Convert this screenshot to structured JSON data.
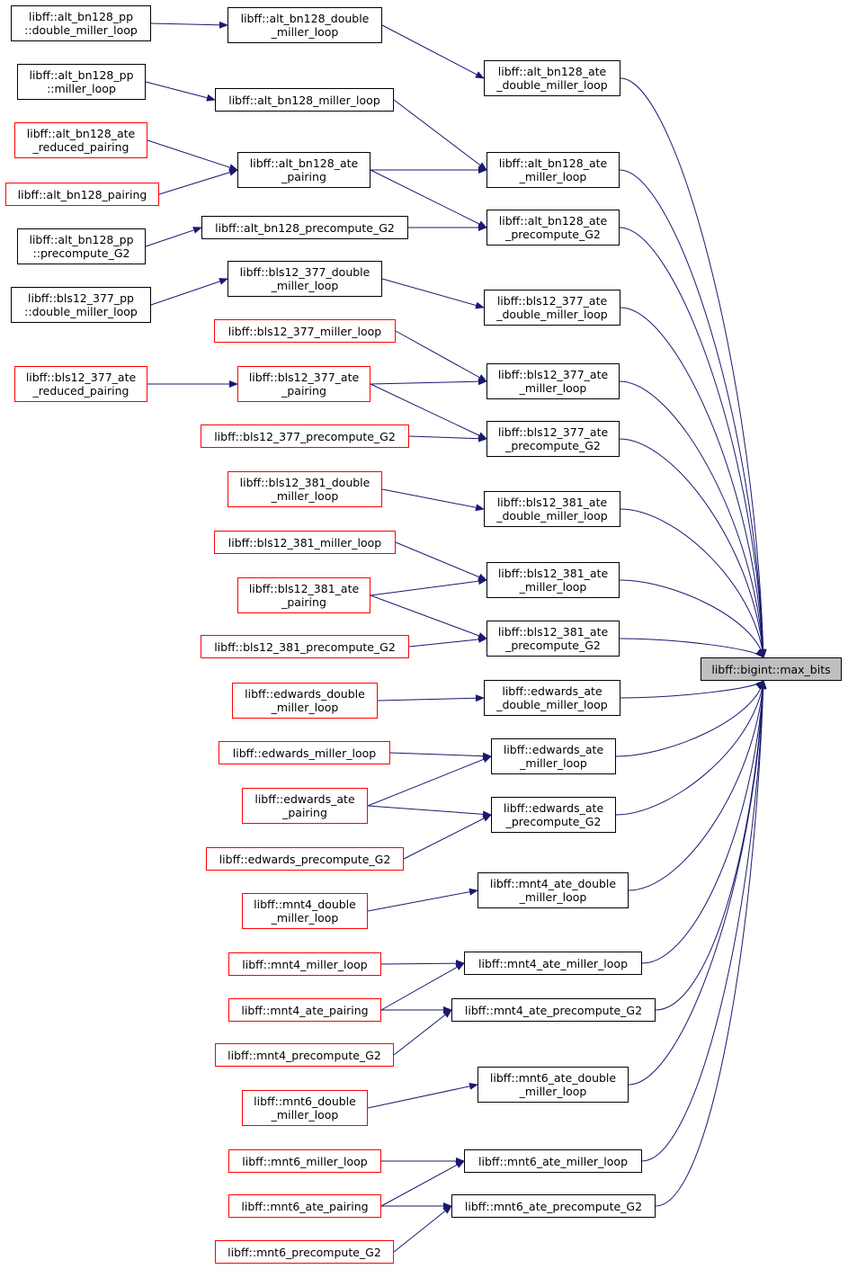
{
  "colors": {
    "edge": "#191970",
    "node_border_documented": "#000000",
    "node_border_undocumented": "#ff0000",
    "target_fill": "#bfbfbf"
  },
  "nodes": [
    {
      "id": "pp_dml",
      "label": "libff::alt_bn128_pp\n::double_miller_loop",
      "style": "black"
    },
    {
      "id": "bn_dml",
      "label": "libff::alt_bn128_double\n_miller_loop",
      "style": "black"
    },
    {
      "id": "bn_ate_dml",
      "label": "libff::alt_bn128_ate\n_double_miller_loop",
      "style": "black"
    },
    {
      "id": "pp_ml",
      "label": "libff::alt_bn128_pp\n::miller_loop",
      "style": "black"
    },
    {
      "id": "bn_ml",
      "label": "libff::alt_bn128_miller_loop",
      "style": "black"
    },
    {
      "id": "bn_ate_rp",
      "label": "libff::alt_bn128_ate\n_reduced_pairing",
      "style": "red"
    },
    {
      "id": "bn_ate_p",
      "label": "libff::alt_bn128_ate\n_pairing",
      "style": "black"
    },
    {
      "id": "bn_ate_ml",
      "label": "libff::alt_bn128_ate\n_miller_loop",
      "style": "black"
    },
    {
      "id": "bn_p",
      "label": "libff::alt_bn128_pairing",
      "style": "red"
    },
    {
      "id": "bn_pcg2",
      "label": "libff::alt_bn128_precompute_G2",
      "style": "black"
    },
    {
      "id": "bn_ate_pcg2",
      "label": "libff::alt_bn128_ate\n_precompute_G2",
      "style": "black"
    },
    {
      "id": "pp_pcg2",
      "label": "libff::alt_bn128_pp\n::precompute_G2",
      "style": "black"
    },
    {
      "id": "b377_dml",
      "label": "libff::bls12_377_double\n_miller_loop",
      "style": "black"
    },
    {
      "id": "b377pp_dml",
      "label": "libff::bls12_377_pp\n::double_miller_loop",
      "style": "black"
    },
    {
      "id": "b377_ate_dml",
      "label": "libff::bls12_377_ate\n_double_miller_loop",
      "style": "black"
    },
    {
      "id": "b377_ml",
      "label": "libff::bls12_377_miller_loop",
      "style": "red"
    },
    {
      "id": "b377_ate_rp",
      "label": "libff::bls12_377_ate\n_reduced_pairing",
      "style": "red"
    },
    {
      "id": "b377_ate_p",
      "label": "libff::bls12_377_ate\n_pairing",
      "style": "red"
    },
    {
      "id": "b377_ate_ml",
      "label": "libff::bls12_377_ate\n_miller_loop",
      "style": "black"
    },
    {
      "id": "b377_pcg2",
      "label": "libff::bls12_377_precompute_G2",
      "style": "red"
    },
    {
      "id": "b377_ate_pcg2",
      "label": "libff::bls12_377_ate\n_precompute_G2",
      "style": "black"
    },
    {
      "id": "b381_dml",
      "label": "libff::bls12_381_double\n_miller_loop",
      "style": "red"
    },
    {
      "id": "b381_ate_dml",
      "label": "libff::bls12_381_ate\n_double_miller_loop",
      "style": "black"
    },
    {
      "id": "b381_ml",
      "label": "libff::bls12_381_miller_loop",
      "style": "red"
    },
    {
      "id": "b381_ate_ml",
      "label": "libff::bls12_381_ate\n_miller_loop",
      "style": "black"
    },
    {
      "id": "b381_ate_p",
      "label": "libff::bls12_381_ate\n_pairing",
      "style": "red"
    },
    {
      "id": "b381_pcg2",
      "label": "libff::bls12_381_precompute_G2",
      "style": "red"
    },
    {
      "id": "b381_ate_pcg2",
      "label": "libff::bls12_381_ate\n_precompute_G2",
      "style": "black"
    },
    {
      "id": "max_bits",
      "label": "libff::bigint::max_bits",
      "style": "gray"
    },
    {
      "id": "ed_dml",
      "label": "libff::edwards_double\n_miller_loop",
      "style": "red"
    },
    {
      "id": "ed_ate_dml",
      "label": "libff::edwards_ate\n_double_miller_loop",
      "style": "black"
    },
    {
      "id": "ed_ml",
      "label": "libff::edwards_miller_loop",
      "style": "red"
    },
    {
      "id": "ed_ate_ml",
      "label": "libff::edwards_ate\n_miller_loop",
      "style": "black"
    },
    {
      "id": "ed_ate_p",
      "label": "libff::edwards_ate\n_pairing",
      "style": "red"
    },
    {
      "id": "ed_ate_pcg2",
      "label": "libff::edwards_ate\n_precompute_G2",
      "style": "black"
    },
    {
      "id": "ed_pcg2",
      "label": "libff::edwards_precompute_G2",
      "style": "red"
    },
    {
      "id": "m4_ate_dml",
      "label": "libff::mnt4_ate_double\n_miller_loop",
      "style": "black"
    },
    {
      "id": "m4_dml",
      "label": "libff::mnt4_double\n_miller_loop",
      "style": "red"
    },
    {
      "id": "m4_ml",
      "label": "libff::mnt4_miller_loop",
      "style": "red"
    },
    {
      "id": "m4_ate_ml",
      "label": "libff::mnt4_ate_miller_loop",
      "style": "black"
    },
    {
      "id": "m4_ate_p",
      "label": "libff::mnt4_ate_pairing",
      "style": "red"
    },
    {
      "id": "m4_ate_pcg2",
      "label": "libff::mnt4_ate_precompute_G2",
      "style": "black"
    },
    {
      "id": "m4_pcg2",
      "label": "libff::mnt4_precompute_G2",
      "style": "red"
    },
    {
      "id": "m6_ate_dml",
      "label": "libff::mnt6_ate_double\n_miller_loop",
      "style": "black"
    },
    {
      "id": "m6_dml",
      "label": "libff::mnt6_double\n_miller_loop",
      "style": "red"
    },
    {
      "id": "m6_ml",
      "label": "libff::mnt6_miller_loop",
      "style": "red"
    },
    {
      "id": "m6_ate_ml",
      "label": "libff::mnt6_ate_miller_loop",
      "style": "black"
    },
    {
      "id": "m6_ate_p",
      "label": "libff::mnt6_ate_pairing",
      "style": "red"
    },
    {
      "id": "m6_ate_pcg2",
      "label": "libff::mnt6_ate_precompute_G2",
      "style": "black"
    },
    {
      "id": "m6_pcg2",
      "label": "libff::mnt6_precompute_G2",
      "style": "red"
    }
  ],
  "edges": [
    [
      "pp_dml",
      "bn_dml"
    ],
    [
      "bn_dml",
      "bn_ate_dml"
    ],
    [
      "bn_ate_dml",
      "max_bits"
    ],
    [
      "pp_ml",
      "bn_ml"
    ],
    [
      "bn_ml",
      "bn_ate_ml"
    ],
    [
      "bn_ate_rp",
      "bn_ate_p"
    ],
    [
      "bn_ate_p",
      "bn_ate_ml"
    ],
    [
      "bn_ate_p",
      "bn_ate_pcg2"
    ],
    [
      "bn_p",
      "bn_ate_p"
    ],
    [
      "bn_ate_ml",
      "max_bits"
    ],
    [
      "pp_pcg2",
      "bn_pcg2"
    ],
    [
      "bn_pcg2",
      "bn_ate_pcg2"
    ],
    [
      "bn_ate_pcg2",
      "max_bits"
    ],
    [
      "b377pp_dml",
      "b377_dml"
    ],
    [
      "b377_dml",
      "b377_ate_dml"
    ],
    [
      "b377_ate_dml",
      "max_bits"
    ],
    [
      "b377_ml",
      "b377_ate_ml"
    ],
    [
      "b377_ate_rp",
      "b377_ate_p"
    ],
    [
      "b377_ate_p",
      "b377_ate_ml"
    ],
    [
      "b377_ate_p",
      "b377_ate_pcg2"
    ],
    [
      "b377_ate_ml",
      "max_bits"
    ],
    [
      "b377_pcg2",
      "b377_ate_pcg2"
    ],
    [
      "b377_ate_pcg2",
      "max_bits"
    ],
    [
      "b381_dml",
      "b381_ate_dml"
    ],
    [
      "b381_ate_dml",
      "max_bits"
    ],
    [
      "b381_ml",
      "b381_ate_ml"
    ],
    [
      "b381_ate_p",
      "b381_ate_ml"
    ],
    [
      "b381_ate_p",
      "b381_ate_pcg2"
    ],
    [
      "b381_ate_ml",
      "max_bits"
    ],
    [
      "b381_pcg2",
      "b381_ate_pcg2"
    ],
    [
      "b381_ate_pcg2",
      "max_bits"
    ],
    [
      "ed_dml",
      "ed_ate_dml"
    ],
    [
      "ed_ate_dml",
      "max_bits"
    ],
    [
      "ed_ml",
      "ed_ate_ml"
    ],
    [
      "ed_ate_p",
      "ed_ate_ml"
    ],
    [
      "ed_ate_p",
      "ed_ate_pcg2"
    ],
    [
      "ed_pcg2",
      "ed_ate_pcg2"
    ],
    [
      "ed_ate_ml",
      "max_bits"
    ],
    [
      "ed_ate_pcg2",
      "max_bits"
    ],
    [
      "m4_dml",
      "m4_ate_dml"
    ],
    [
      "m4_ate_dml",
      "max_bits"
    ],
    [
      "m4_ml",
      "m4_ate_ml"
    ],
    [
      "m4_ate_p",
      "m4_ate_ml"
    ],
    [
      "m4_ate_p",
      "m4_ate_pcg2"
    ],
    [
      "m4_pcg2",
      "m4_ate_pcg2"
    ],
    [
      "m4_ate_ml",
      "max_bits"
    ],
    [
      "m4_ate_pcg2",
      "max_bits"
    ],
    [
      "m6_dml",
      "m6_ate_dml"
    ],
    [
      "m6_ate_dml",
      "max_bits"
    ],
    [
      "m6_ml",
      "m6_ate_ml"
    ],
    [
      "m6_ate_p",
      "m6_ate_ml"
    ],
    [
      "m6_ate_p",
      "m6_ate_pcg2"
    ],
    [
      "m6_pcg2",
      "m6_ate_pcg2"
    ],
    [
      "m6_ate_ml",
      "max_bits"
    ],
    [
      "m6_ate_pcg2",
      "max_bits"
    ]
  ]
}
